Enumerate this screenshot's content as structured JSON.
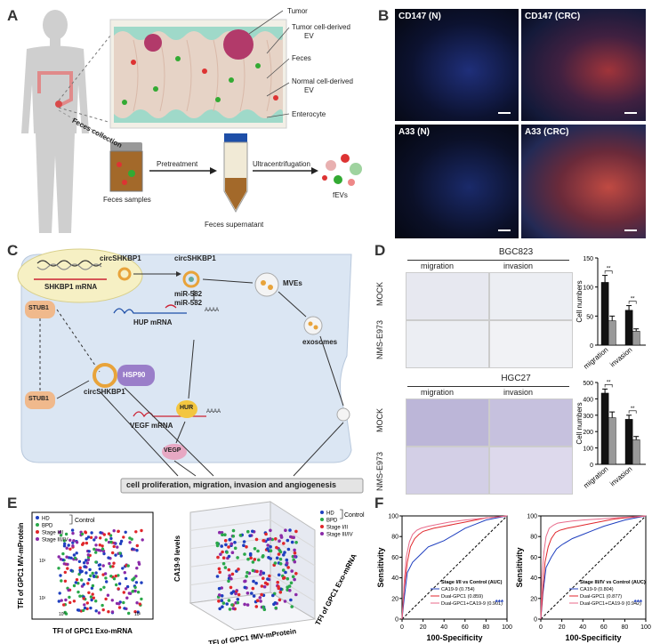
{
  "panel_labels": [
    "A",
    "B",
    "C",
    "D",
    "E",
    "F"
  ],
  "panelA": {
    "colon_labels": {
      "tumor": "Tumor",
      "tumor_ev_1": "Tumor cell-derived",
      "tumor_ev_2": "EV",
      "feces": "Feces",
      "normal_ev_1": "Normal cell-derived",
      "normal_ev_2": "EV",
      "enterocyte": "Enterocyte"
    },
    "collection": "Feces collection",
    "pretreatment": "Pretreatment",
    "ultracentrifugation": "Ultracentrifugation",
    "feces_samples": "Feces samples",
    "feces_supernatant": "Feces supernatant",
    "fevs": "fEVs"
  },
  "panelB": {
    "tiles": [
      "CD147 (N)",
      "CD147 (CRC)",
      "A33 (N)",
      "A33 (CRC)"
    ]
  },
  "panelC": {
    "circ1": "circSHKBP1",
    "mrna": "SHKBP1 mRNA",
    "circ2": "circSHKBP1",
    "mir": "miR-582",
    "mves": "MVEs",
    "stub_top": "STUB1",
    "mir2": "miR-582",
    "hup": "HUP mRNA",
    "exosomes": "exosomes",
    "hsp": "HSP90",
    "stub_bot": "STUB1",
    "circ3": "circSHKBP1",
    "vegf_mrna": "VEGF mRNA",
    "hur": "HUR",
    "vegp": "VEGP",
    "aaaa": "AAAA",
    "outcome": "cell proliferation, migration, invasion and angiogenesis"
  },
  "panelD": {
    "blocks": [
      {
        "cell_line": "BGC823",
        "cols": [
          "migration",
          "invasion"
        ],
        "rows": [
          "MOCK",
          "NMS-E973"
        ]
      },
      {
        "cell_line": "HGC27",
        "cols": [
          "migration",
          "invasion"
        ],
        "rows": [
          "MOCK",
          "NMS-E973"
        ]
      }
    ]
  },
  "panelE": {
    "legend": [
      "HD",
      "BPD",
      "Stage I/II",
      "Stage III/IV"
    ],
    "control": "Control",
    "ylabel_2d": "TFI of GPC1 MV-mProtein",
    "xlabel_2d": "TFI of GPC1 Exo-mRNA",
    "ticks_2d_y": [
      "10³",
      "10²"
    ],
    "ticks_2d_x": [
      "10⁰",
      "10²"
    ],
    "zlabel_3d": "CA19-9 levels",
    "xlabel_3d": "TFI of GPC1 fMV-mProtein",
    "ylabel_3d": "TFI of GPC1 Exo-mRNA",
    "colors": [
      "#1f3fbf",
      "#2aa84a",
      "#e0262b",
      "#8a2aa8"
    ]
  },
  "panelF": {
    "ylabel": "Sensitivity",
    "xlabel": "100-Specificity",
    "sig": "***",
    "colors": [
      "#1f3fbf",
      "#e0262b",
      "#e86a8a"
    ]
  },
  "chart_data": [
    {
      "type": "bar",
      "title": "BGC823",
      "categories": [
        "migration",
        "invasion"
      ],
      "series": [
        {
          "name": "MOCK",
          "values": [
            108,
            60
          ]
        },
        {
          "name": "NMS-E973",
          "values": [
            42,
            24
          ]
        }
      ],
      "errors": [
        [
          12,
          8
        ],
        [
          8,
          4
        ]
      ],
      "significance": [
        "**",
        "**"
      ],
      "ylabel": "Cell numbers",
      "yticks": [
        0,
        50,
        100,
        150
      ],
      "ylim": [
        0,
        150
      ]
    },
    {
      "type": "bar",
      "title": "HGC27",
      "categories": [
        "migration",
        "invasion"
      ],
      "series": [
        {
          "name": "MOCK",
          "values": [
            435,
            275
          ]
        },
        {
          "name": "NMS-E973",
          "values": [
            285,
            150
          ]
        }
      ],
      "errors": [
        [
          25,
          25
        ],
        [
          35,
          20
        ]
      ],
      "significance": [
        "**",
        "**"
      ],
      "ylabel": "Cell numbers",
      "yticks": [
        0,
        100,
        200,
        300,
        400,
        500
      ],
      "ylim": [
        0,
        500
      ]
    },
    {
      "type": "line",
      "xlabel": "100-Specificity",
      "ylabel": "Sensitivity",
      "xticks": [
        0,
        20,
        40,
        60,
        80,
        100
      ],
      "yticks": [
        0,
        20,
        40,
        60,
        80,
        100
      ],
      "xlim": [
        0,
        100
      ],
      "ylim": [
        0,
        100
      ],
      "legend_title": "Stage I/II vs Control (AUC)",
      "series": [
        {
          "name": "CA19-9 (0.754)",
          "x": [
            0,
            2,
            5,
            10,
            15,
            20,
            25,
            30,
            40,
            50,
            60,
            70,
            80,
            90,
            100
          ],
          "y": [
            0,
            20,
            45,
            55,
            60,
            65,
            70,
            72,
            76,
            82,
            88,
            92,
            96,
            98,
            100
          ]
        },
        {
          "name": "Dual-GPC1 (0.859)",
          "x": [
            0,
            2,
            5,
            8,
            12,
            16,
            20,
            30,
            40,
            50,
            60,
            70,
            80,
            90,
            100
          ],
          "y": [
            0,
            30,
            55,
            70,
            78,
            82,
            85,
            88,
            90,
            92,
            94,
            96,
            98,
            99,
            100
          ]
        },
        {
          "name": "Dual-GPC1+CA19-9 (0.901)",
          "x": [
            0,
            2,
            4,
            7,
            10,
            14,
            18,
            25,
            35,
            45,
            60,
            70,
            80,
            90,
            100
          ],
          "y": [
            0,
            35,
            60,
            75,
            82,
            86,
            88,
            90,
            92,
            94,
            96,
            97,
            98,
            99,
            100
          ]
        }
      ]
    },
    {
      "type": "line",
      "xlabel": "100-Specificity",
      "ylabel": "Sensitivity",
      "xticks": [
        0,
        20,
        40,
        60,
        80,
        100
      ],
      "yticks": [
        0,
        20,
        40,
        60,
        80,
        100
      ],
      "xlim": [
        0,
        100
      ],
      "ylim": [
        0,
        100
      ],
      "legend_title": "Stage III/IV vs Control (AUC)",
      "series": [
        {
          "name": "CA19-9 (0.804)",
          "x": [
            0,
            2,
            5,
            10,
            15,
            20,
            30,
            40,
            50,
            60,
            70,
            80,
            90,
            100
          ],
          "y": [
            0,
            25,
            50,
            60,
            68,
            72,
            78,
            82,
            86,
            90,
            93,
            96,
            98,
            100
          ]
        },
        {
          "name": "Dual-GPC1 (0.877)",
          "x": [
            0,
            2,
            4,
            7,
            10,
            14,
            18,
            25,
            35,
            45,
            60,
            70,
            80,
            90,
            100
          ],
          "y": [
            0,
            30,
            55,
            70,
            78,
            84,
            86,
            88,
            90,
            92,
            95,
            97,
            98,
            99,
            100
          ]
        },
        {
          "name": "Dual-GPC1+CA19-9 (0.942)",
          "x": [
            0,
            1,
            3,
            5,
            8,
            12,
            16,
            22,
            30,
            40,
            55,
            70,
            85,
            100
          ],
          "y": [
            0,
            40,
            65,
            80,
            88,
            91,
            93,
            94,
            95,
            96,
            97,
            98,
            99,
            100
          ]
        }
      ]
    }
  ]
}
